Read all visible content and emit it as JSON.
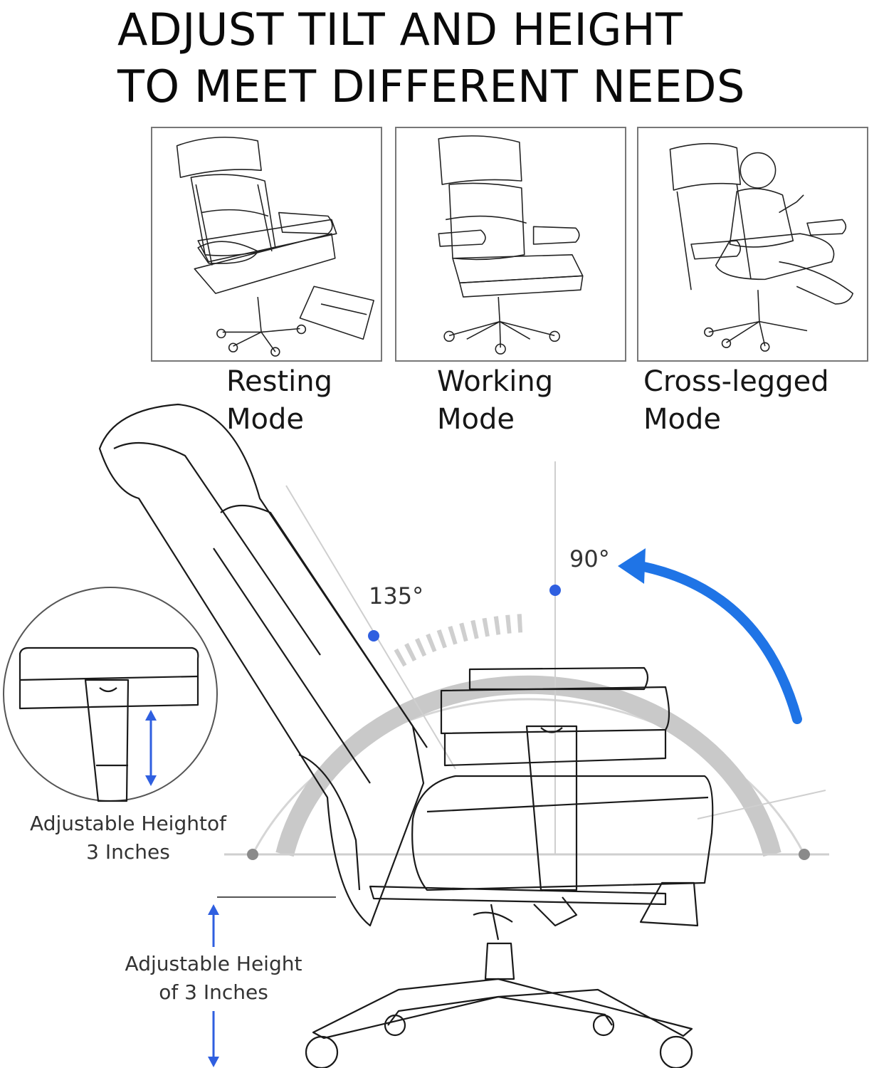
{
  "headline": {
    "line1": "ADJUST TILT AND HEIGHT",
    "line2": "TO MEET DIFFERENT NEEDS"
  },
  "modes": [
    {
      "line1": "Resting",
      "line2": "Mode"
    },
    {
      "line1": "Working",
      "line2": "Mode"
    },
    {
      "line1": "Cross-legged",
      "line2": "Mode"
    }
  ],
  "angles": {
    "upright": "90°",
    "reclined": "135°"
  },
  "armrest_caption": {
    "line1": "Adjustable Heightof",
    "line2": "3 Inches"
  },
  "seat_caption": {
    "line1": "Adjustable Height",
    "line2": "of 3 Inches"
  },
  "colors": {
    "accent_blue": "#2f5fe0",
    "arrow_blue": "#1f74e6",
    "arc_gray": "#c9c9c9",
    "outline": "#1a1a1a"
  },
  "icons": {
    "tilt_arrow": "curved-arrow-icon",
    "height_arrow": "double-arrow-icon"
  }
}
